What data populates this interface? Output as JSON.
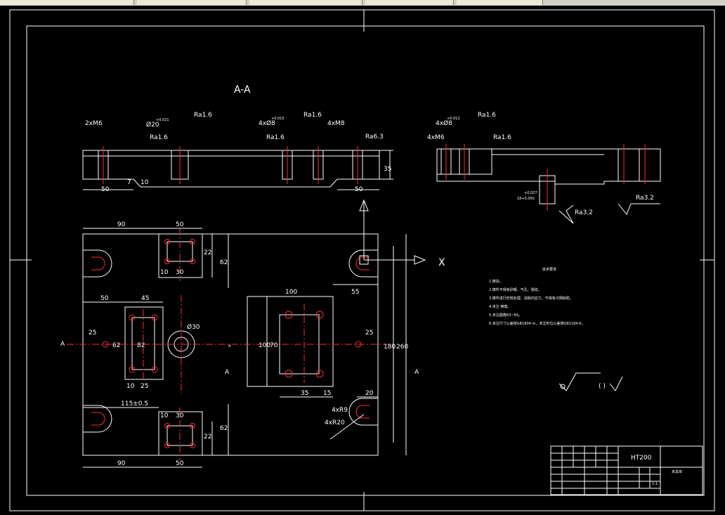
{
  "section_title": "A-A",
  "x_axis_label": "X",
  "section_marks": {
    "left": "A",
    "middle": "A",
    "right": "A",
    "center": "A"
  },
  "section_view_callouts": {
    "thread_left": "2xM6",
    "dia20": "Ø20",
    "dia20_tol": "+0.021",
    "ra16_a": "Ra1.6",
    "ra16_b": "Ra1.6",
    "ra16_c": "Ra1.6",
    "ra16_d": "Ra1.6",
    "dia8": "4xØ8",
    "dia8_tol": "+0.015",
    "thread_m8": "4xM8",
    "ra63": "Ra6.3",
    "dim_50a": "50",
    "dim_10": "10",
    "dim_7": "7",
    "dim_50b": "50",
    "dim_35": "35"
  },
  "side_view_callouts": {
    "dia8": "4xØ8",
    "dia8_tol": "+0.012",
    "ra16_a": "Ra1.6",
    "thread": "4xM6",
    "ra16_b": "Ra1.6",
    "tol_a": "+0.027",
    "tol_b": "18+0.050",
    "ra32_a": "Ra3.2",
    "ra32_b": "Ra3.2"
  },
  "plan_dims": {
    "d90_top": "90",
    "d50_top": "50",
    "d22_top": "22",
    "d62_top": "62",
    "d10_top": "10",
    "d30_top": "30",
    "d50_mid": "50",
    "d45_mid": "45",
    "d25_left": "25",
    "d62_mid": "62",
    "d82": "82",
    "d10_mid": "10",
    "d25_mid": "25",
    "dia30": "Ø30",
    "d100_top": "100",
    "d55": "55",
    "d100_left": "100",
    "d70": "70",
    "d35": "35",
    "d15": "15",
    "d25_right": "25",
    "d180": "180",
    "d260": "260",
    "d115": "115±0.5",
    "d10_bot": "10",
    "d30_bot": "30",
    "d62_bot": "62",
    "d22_bot": "22",
    "d90_bot": "90",
    "d50_bot": "50",
    "d20": "20",
    "r9": "4xR9",
    "r20": "4xR20"
  },
  "tech_requirements": {
    "heading": "技术要求",
    "items": [
      "1.铸造。",
      "2.铸件不得有砂眼、气孔、裂纹。",
      "3.铸件进行时效处理，消除内应力，不得有冷隔缺陷。",
      "4.未注 倒角。",
      "5.未注圆角R3~R5。",
      "6.未注尺寸公差按GB1804-m，未注形位公差按GB1184-K。"
    ]
  },
  "roughness_note": {
    "paren": "( )"
  },
  "title_block": {
    "material": "HT200",
    "part_name": "夹具体",
    "scale_label": "1:1"
  }
}
